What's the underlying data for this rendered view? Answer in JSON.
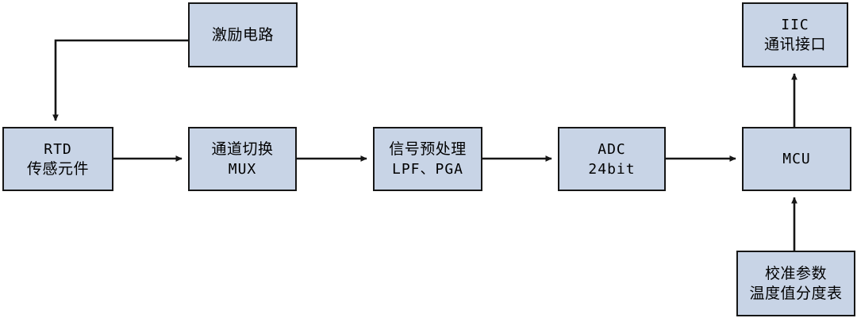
{
  "diagram": {
    "title": "RTD temperature measurement signal chain block diagram",
    "background_color": "#ffffff",
    "box_fill_color": "#c8d4e6",
    "box_border_color": "#161616",
    "connector_color": "#161616",
    "nodes": {
      "excitation": {
        "line1": "激励电路"
      },
      "rtd": {
        "line1": "RTD",
        "line2": "传感元件"
      },
      "mux": {
        "line1": "通道切换",
        "line2": "MUX"
      },
      "preproc": {
        "line1": "信号预处理",
        "line2": "LPF、PGA"
      },
      "adc": {
        "line1": "ADC",
        "line2": "24bit"
      },
      "mcu": {
        "line1": "MCU"
      },
      "iic": {
        "line1": "IIC",
        "line2": "通讯接口"
      },
      "calibration": {
        "line1": "校准参数",
        "line2": "温度值分度表"
      }
    },
    "connections": [
      {
        "from": "excitation",
        "to": "rtd",
        "style": "elbow-left-down",
        "arrow": true
      },
      {
        "from": "rtd",
        "to": "mux",
        "style": "straight-right",
        "arrow": true
      },
      {
        "from": "mux",
        "to": "preproc",
        "style": "straight-right",
        "arrow": true
      },
      {
        "from": "preproc",
        "to": "adc",
        "style": "straight-right",
        "arrow": true
      },
      {
        "from": "adc",
        "to": "mcu",
        "style": "straight-right",
        "arrow": true
      },
      {
        "from": "mcu",
        "to": "iic",
        "style": "straight-up",
        "arrow": true
      },
      {
        "from": "calibration",
        "to": "mcu",
        "style": "straight-up",
        "arrow": true
      }
    ]
  }
}
